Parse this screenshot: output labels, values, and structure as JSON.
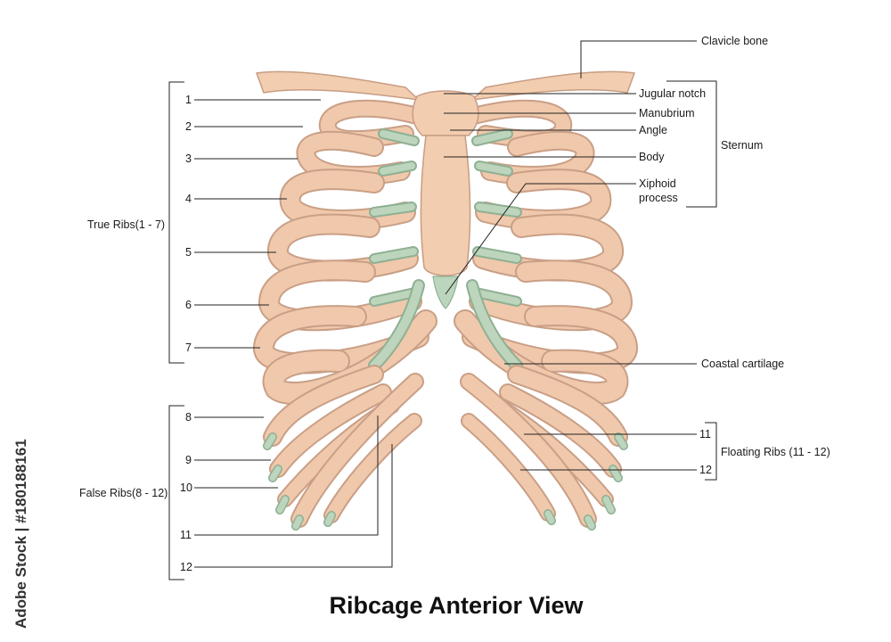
{
  "title": "Ribcage Anterior View",
  "credit": "Adobe Stock | #180188161",
  "labels": {
    "clavicle": "Clavicle bone",
    "jugular_notch": "Jugular notch",
    "manubrium": "Manubrium",
    "angle": "Angle",
    "body": "Body",
    "xiphoid_1": "Xiphoid",
    "xiphoid_2": "process",
    "sternum": "Sternum",
    "coastal_cartilage": "Coastal cartilage",
    "true_ribs": "True Ribs(1 - 7)",
    "false_ribs": "False Ribs(8 - 12)",
    "floating_ribs": "Floating Ribs (11 - 12)"
  },
  "left_numbers": [
    "1",
    "2",
    "3",
    "4",
    "5",
    "6",
    "7",
    "8",
    "9",
    "10",
    "11",
    "12"
  ],
  "right_numbers": [
    "11",
    "12"
  ],
  "colors": {
    "bone": "#f3cdb0",
    "cartilage": "#bcd6bd",
    "text": "#1a1a1a"
  }
}
